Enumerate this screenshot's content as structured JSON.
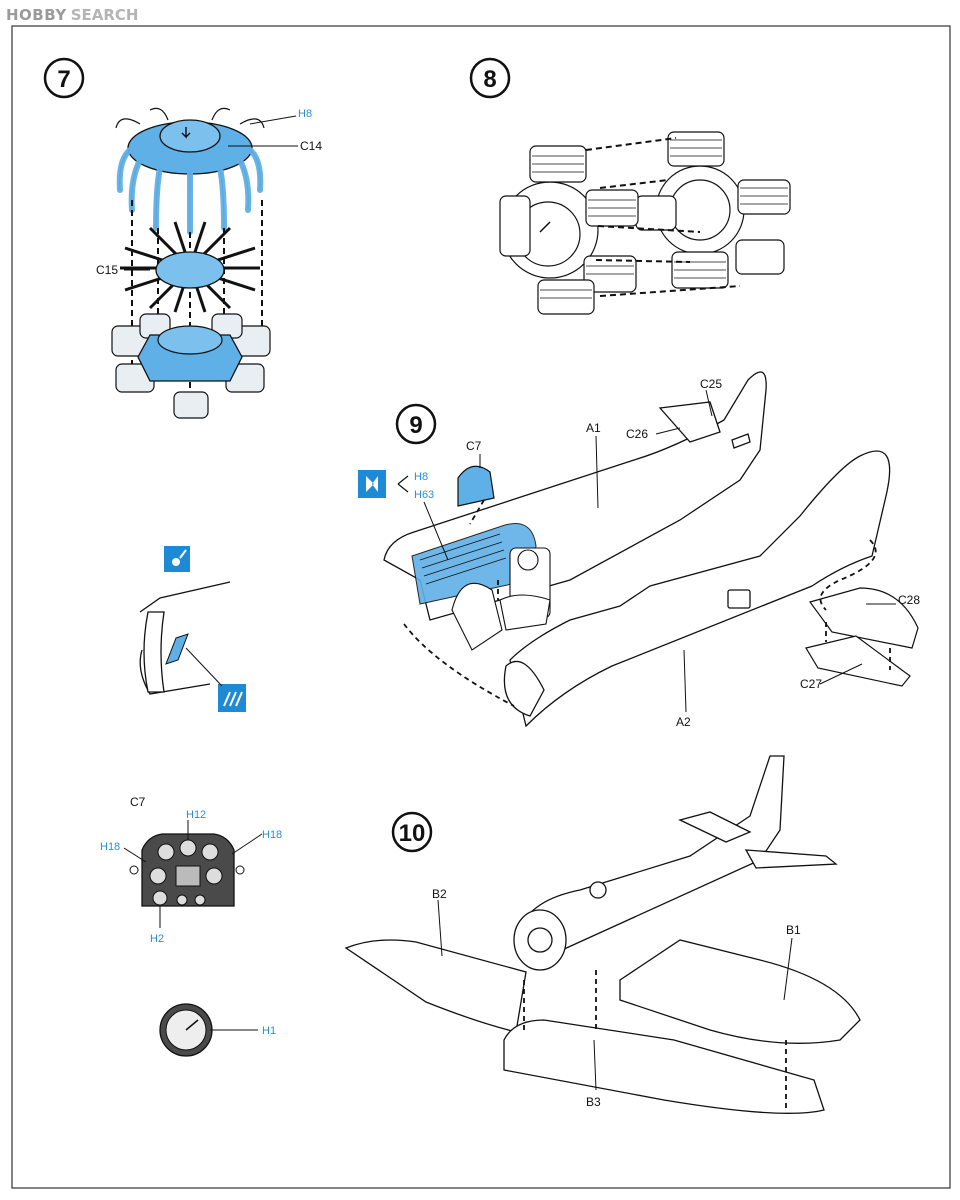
{
  "watermark": {
    "logo": "HOBBY",
    "text": "SEARCH"
  },
  "steps": {
    "s7": "7",
    "s8": "8",
    "s9": "9",
    "s10": "10"
  },
  "labels": {
    "H8": "H8",
    "C14": "C14",
    "C15": "C15",
    "C25": "C25",
    "C26": "C26",
    "A1": "A1",
    "C7": "C7",
    "H63": "H63",
    "C28": "C28",
    "C27": "C27",
    "A2": "A2",
    "C7b": "C7",
    "H12": "H12",
    "H18a": "H18",
    "H18b": "H18",
    "H2": "H2",
    "H1": "H1",
    "B2": "B2",
    "B1": "B1",
    "B3": "B3"
  },
  "colors": {
    "part_blue": "#5fb0e6",
    "label_blue": "#2a8ed6",
    "icon_blue": "#1e8ad6",
    "line": "#1a1a1a",
    "panel_gray": "#4a4a4a"
  },
  "icons": [
    "paint-drop-icon",
    "apply-decal-icon",
    "decal-number-icon"
  ]
}
